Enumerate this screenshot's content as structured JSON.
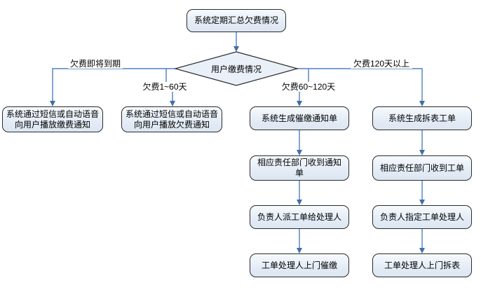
{
  "diagram": {
    "type": "flowchart",
    "colors": {
      "node_fill": "#e5edf7",
      "node_border": "#2b2b2b",
      "connector": "#4f81bd",
      "arrowhead": "#3f6fa6",
      "background": "#ffffff"
    },
    "start": {
      "label": "系统定期汇总欠费情况"
    },
    "decision": {
      "label": "用户缴费情况"
    },
    "branches": [
      {
        "condition": "欠费即将到期",
        "steps": [
          "系统通过短信或自动语音向用户播放缴费通知"
        ]
      },
      {
        "condition": "欠费1~60天",
        "steps": [
          "系统通过短信或自动语音向用户播放欠费通知"
        ]
      },
      {
        "condition": "欠费60~120天",
        "steps": [
          "系统生成催缴通知单",
          "相应责任部门收到通知单",
          "负责人派工单给处理人",
          "工单处理人上门催缴"
        ]
      },
      {
        "condition": "欠费120天以上",
        "steps": [
          "系统生成拆表工单",
          "相应责任部门收到工单",
          "负责人指定工单处理人",
          "工单处理人上门拆表"
        ]
      }
    ]
  }
}
